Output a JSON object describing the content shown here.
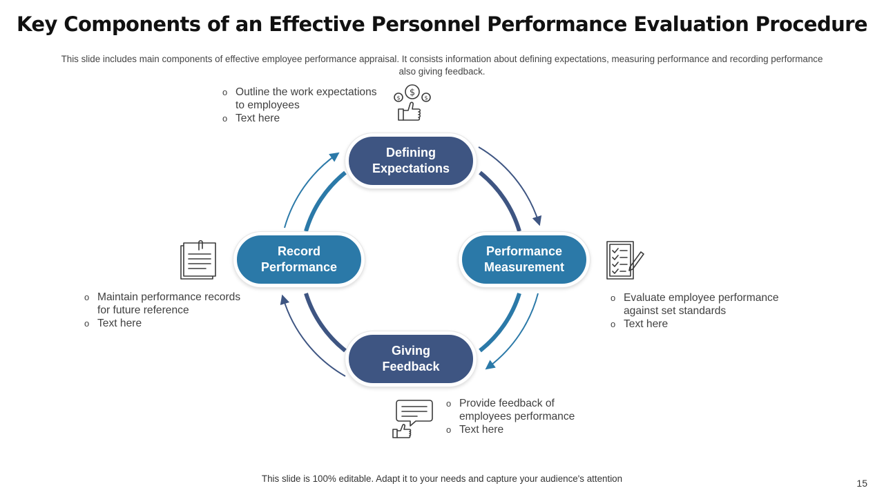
{
  "slide": {
    "title": "Key Components of an Effective Personnel Performance Evaluation Procedure",
    "subtitle": "This slide includes main components of effective employee performance appraisal. It consists information about defining expectations, measuring performance and recording performance also giving feedback.",
    "footer": "This slide is 100% editable. Adapt it to your needs and capture your audience's attention",
    "page_number": "15"
  },
  "colors": {
    "dark_navy": "#3e5582",
    "steel_blue": "#2b79a8",
    "icon_gray": "#3a3a3a"
  },
  "steps": [
    {
      "line1": "Defining",
      "line2": "Expectations",
      "icon": "thumbs-up-dollar-icon",
      "bullets": [
        "Outline the work expectations to employees",
        "Text here"
      ]
    },
    {
      "line1": "Performance",
      "line2": "Measurement",
      "icon": "checklist-pen-icon",
      "bullets": [
        "Evaluate employee performance against set standards",
        "Text here"
      ]
    },
    {
      "line1": "Giving",
      "line2": "Feedback",
      "icon": "chat-thumbs-up-icon",
      "bullets": [
        "Provide feedback of employees performance",
        "Text here"
      ]
    },
    {
      "line1": "Record",
      "line2": "Performance",
      "icon": "notes-clip-icon",
      "bullets": [
        "Maintain performance records for future reference",
        "Text here"
      ]
    }
  ],
  "bullet_marker": "o"
}
